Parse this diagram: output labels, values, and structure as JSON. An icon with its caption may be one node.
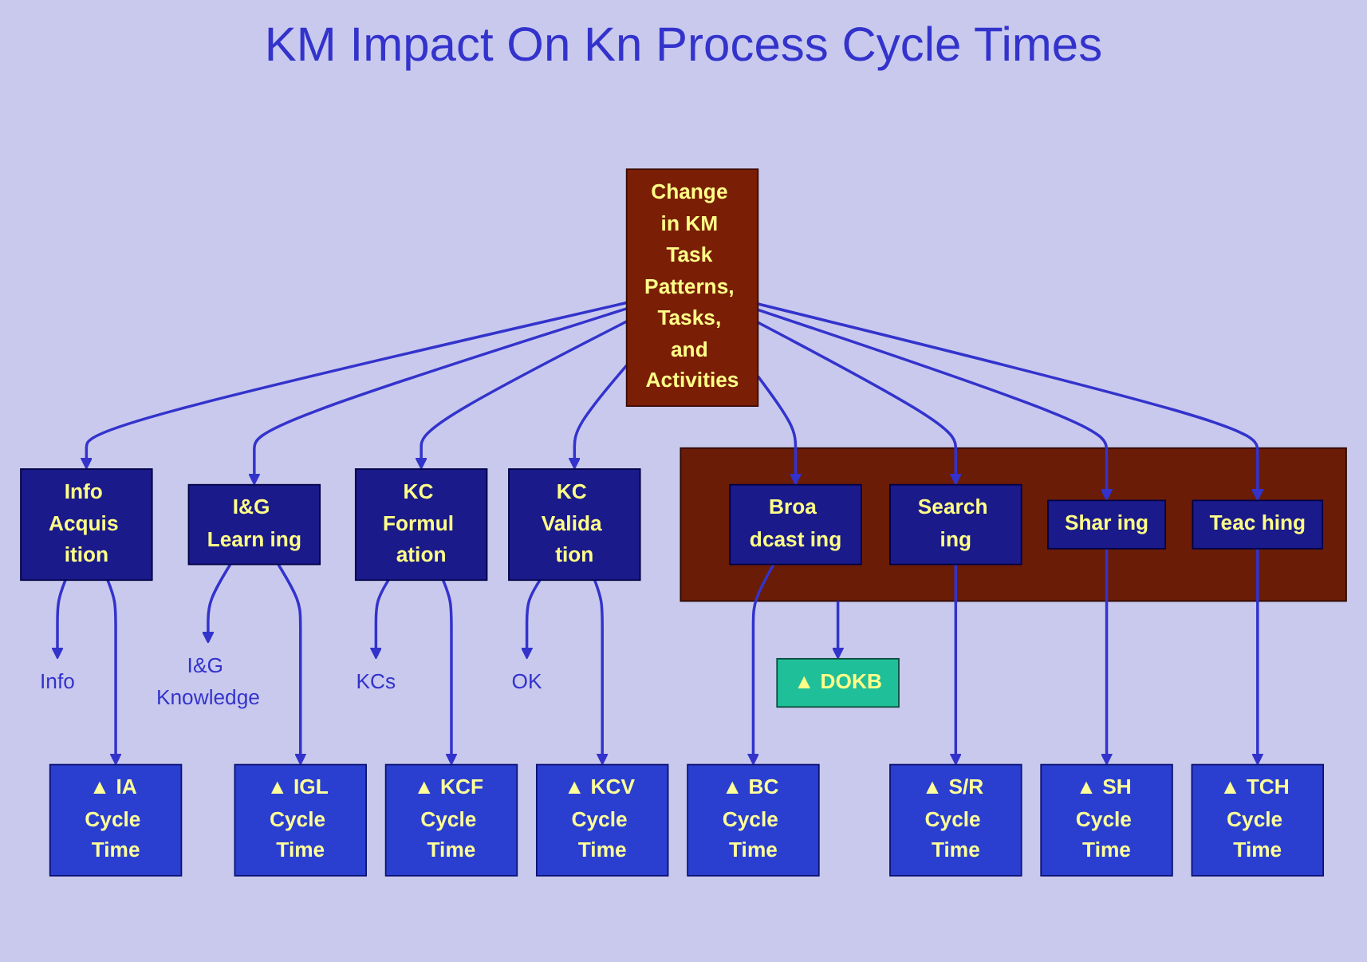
{
  "diagram": {
    "title": "KM Impact On Kn Process Cycle Times",
    "nodes": [
      {
        "text": [
          "Change in KM Task Patterns, Tasks, and Activities"
        ]
      },
      {
        "text": [
          "Info Acquis ition"
        ]
      },
      {
        "text": [
          "I&G Learn ing"
        ]
      },
      {
        "text": [
          "KC Formul ation"
        ]
      },
      {
        "text": [
          "KC Valida tion"
        ]
      },
      {
        "text": [],
        "shape": "box"
      },
      {
        "text": [
          "Broa dcast ing"
        ],
        "in": 5
      },
      {
        "text": [
          "Search ing"
        ],
        "in": 5
      },
      {
        "text": [
          "Shar ing"
        ],
        "in": 5
      },
      {
        "text": [
          "Teac hing"
        ],
        "in": 5
      },
      {
        "text": [
          "▲ DOKB"
        ]
      },
      {
        "text": [
          "Info"
        ]
      },
      {
        "text": [
          "I&G Knowledge"
        ]
      },
      {
        "text": [
          "KCs"
        ]
      },
      {
        "text": [
          "OK"
        ]
      },
      {
        "text": [
          "▲ IA Cycle Time"
        ]
      },
      {
        "text": [
          "▲ IGL Cycle Time"
        ]
      },
      {
        "text": [
          "▲ KCF Cycle Time"
        ]
      },
      {
        "text": [
          "▲ KCV Cycle Time"
        ]
      },
      {
        "text": [
          "▲ BC Cycle Time"
        ]
      },
      {
        "text": [
          "▲ S/R Cycle Time"
        ]
      },
      {
        "text": [
          "▲ SH Cycle Time"
        ]
      },
      {
        "text": [
          "▲ TCH Cycle Time"
        ]
      }
    ],
    "edges": [
      {
        "from": 0,
        "to": 1,
        "arrow": "to"
      },
      {
        "from": 0,
        "to": 2,
        "arrow": "to"
      },
      {
        "from": 0,
        "to": 3,
        "arrow": "to"
      },
      {
        "from": 0,
        "to": 4,
        "arrow": "to"
      },
      {
        "from": 0,
        "to": 6,
        "arrow": "to"
      },
      {
        "from": 0,
        "to": 7,
        "arrow": "to"
      },
      {
        "from": 0,
        "to": 8,
        "arrow": "to"
      },
      {
        "from": 0,
        "to": 9,
        "arrow": "to"
      },
      {
        "from": 1,
        "to": 11,
        "arrow": "to"
      },
      {
        "from": 1,
        "to": 15,
        "arrow": "to"
      },
      {
        "from": 2,
        "to": 12,
        "arrow": "to"
      },
      {
        "from": 2,
        "to": 16,
        "arrow": "to"
      },
      {
        "from": 3,
        "to": 13,
        "arrow": "to"
      },
      {
        "from": 3,
        "to": 17,
        "arrow": "to"
      },
      {
        "from": 4,
        "to": 14,
        "arrow": "to"
      },
      {
        "from": 4,
        "to": 18,
        "arrow": "to"
      },
      {
        "from": 6,
        "to": 19,
        "arrow": "to"
      },
      {
        "from": 7,
        "to": 20,
        "arrow": "to"
      },
      {
        "from": 5,
        "to": 10,
        "arrow": "to"
      },
      {
        "from": 8,
        "to": 21,
        "arrow": "to"
      },
      {
        "from": 9,
        "to": 22,
        "arrow": "to"
      }
    ]
  }
}
